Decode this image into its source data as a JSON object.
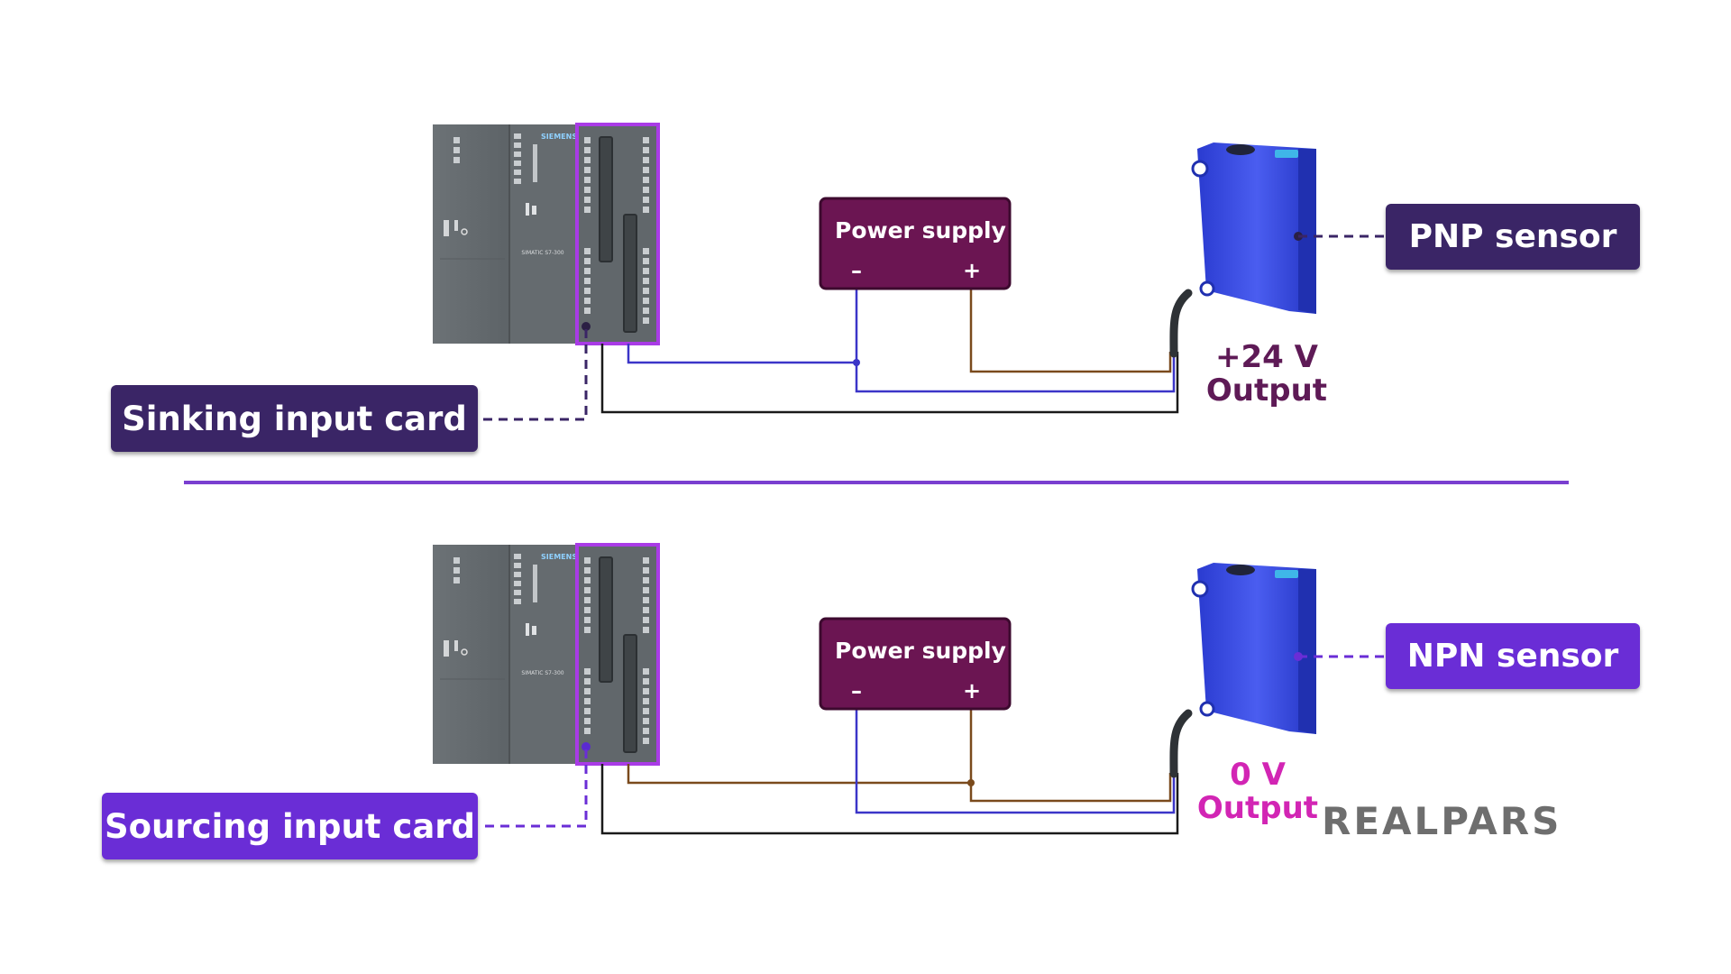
{
  "top": {
    "input_card_label": "Sinking input card",
    "sensor_label": "PNP sensor",
    "power_supply": {
      "title": "Power supply",
      "minus": "–",
      "plus": "+"
    },
    "output_line1": "+24 V",
    "output_line2": "Output",
    "plc_brand": "SIEMENS",
    "plc_model": "SIMATIC S7-300"
  },
  "bottom": {
    "input_card_label": "Sourcing input card",
    "sensor_label": "NPN sensor",
    "power_supply": {
      "title": "Power supply",
      "minus": "–",
      "plus": "+"
    },
    "output_line1": "0 V",
    "output_line2": "Output",
    "plc_brand": "SIEMENS",
    "plc_model": "SIMATIC S7-300"
  },
  "logo": "REALPARS",
  "colors": {
    "label_dark": "#3a2566",
    "label_violet": "#6a2dd6",
    "power_supply": "#6b1552",
    "sensor_blue": "#3549e0",
    "wire_blue": "#3b35c8",
    "wire_brown": "#7a4a1c",
    "wire_black": "#1a1a1a",
    "divider": "#7a3fd0",
    "output_top": "#5e1a56",
    "output_bottom": "#d225b4",
    "plc_gray": "#6a7074"
  }
}
